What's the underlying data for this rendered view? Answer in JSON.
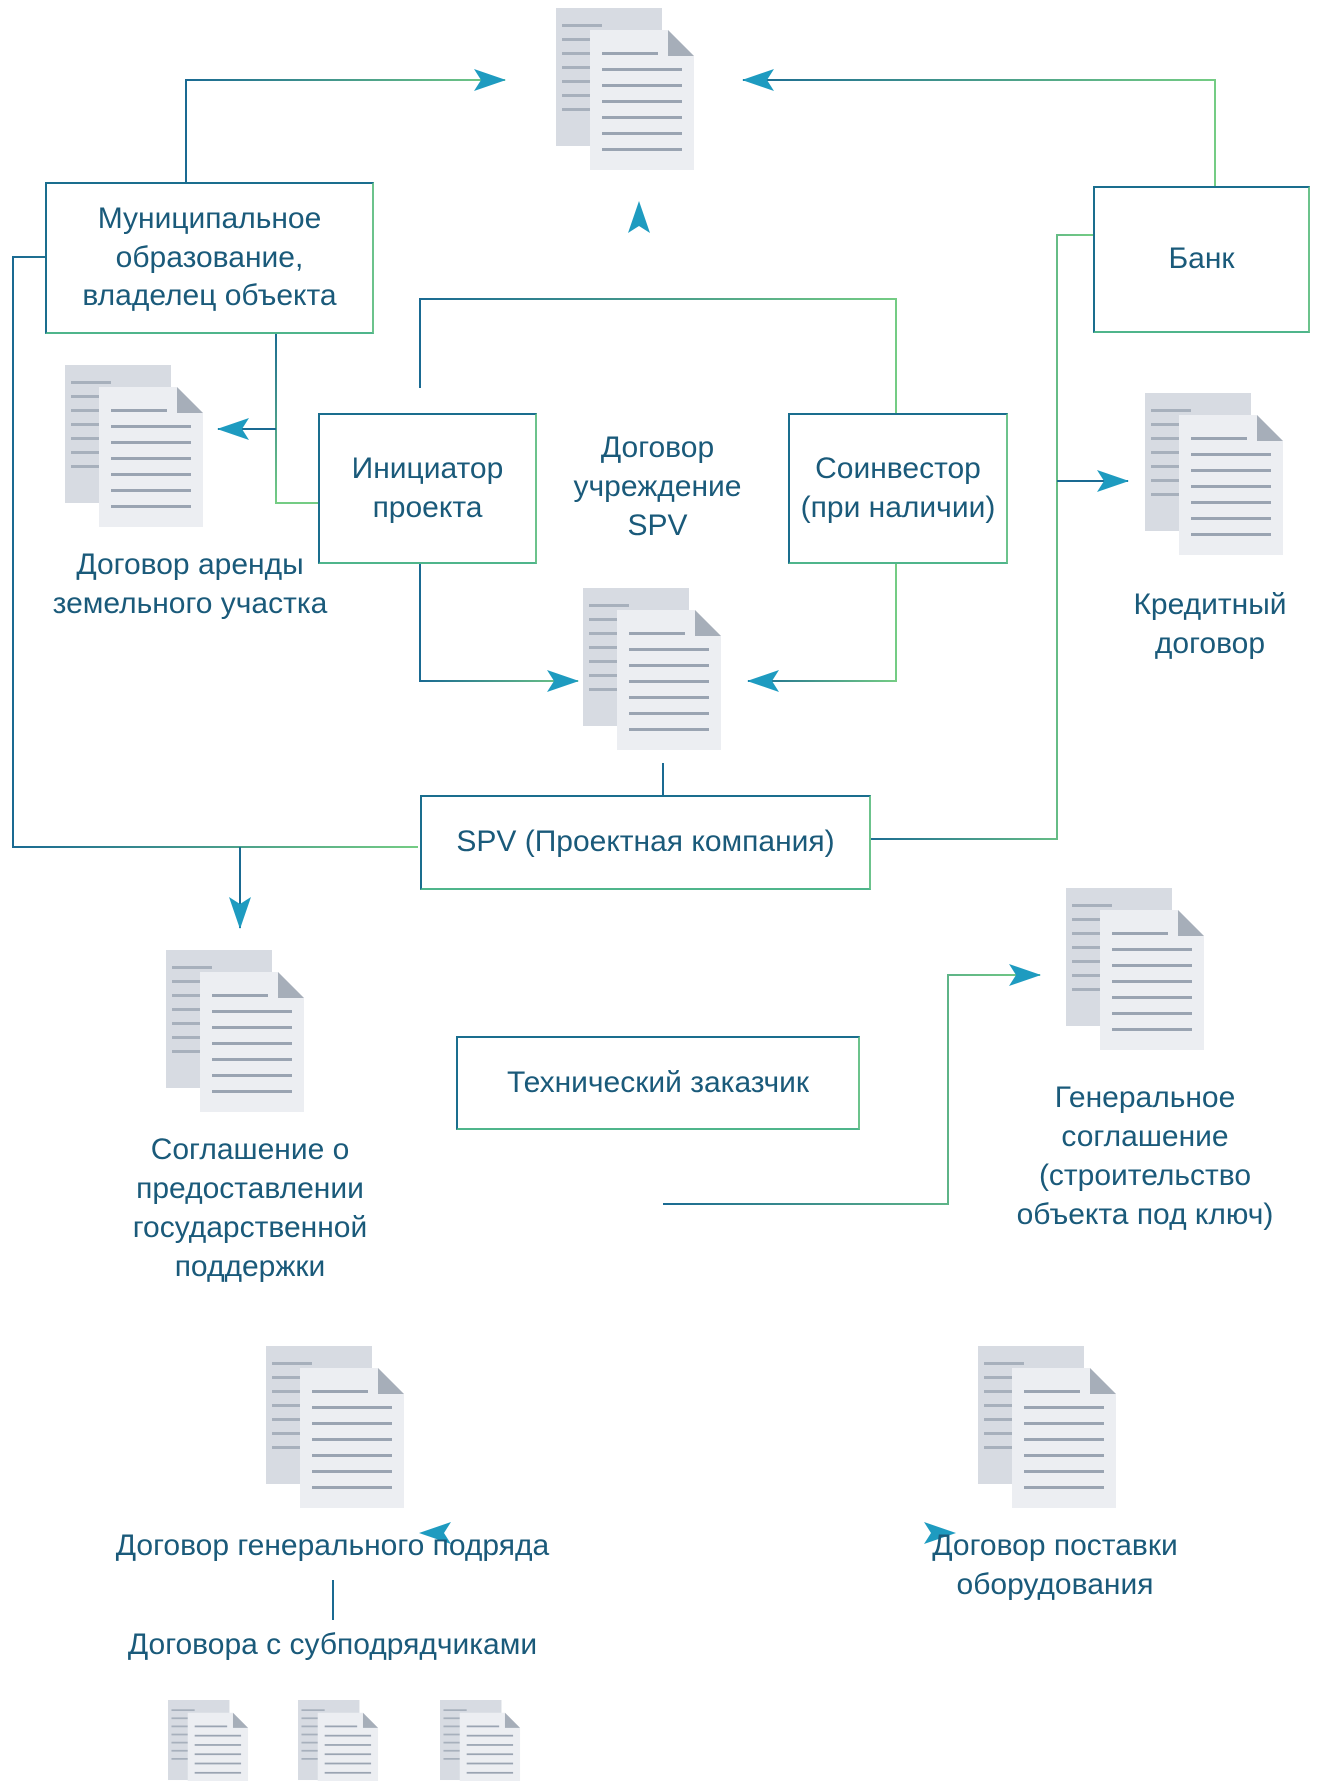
{
  "colors": {
    "line_start": "#1a6a92",
    "line_end": "#74cc84",
    "arrow": "#1e9bc0",
    "doc_back": "#d7dbe2",
    "doc_front": "#eceef2",
    "doc_lines": "#9aa4b2",
    "doc_fold": "#a6aeb9",
    "text": "#1a5a7a"
  },
  "nodes": {
    "municipality": "Муниципальное образование, владелец объекта",
    "bank": "Банк",
    "initiator": "Инициатор проекта",
    "coinvestor": "Соинвестор (при наличии)",
    "spv": "SPV (Проектная компания)",
    "tech_customer": "Технический заказчик"
  },
  "labels": {
    "spv_agreement": "Договор\nучреждение\nSPV",
    "land_lease": "Договор аренды\nземельного участка",
    "credit": "Кредитный\nдоговор",
    "state_support": "Соглашение о\nпредоставлении\nгосударственной\nподдержки",
    "general_agreement": "Генеральное\nсоглашение\n(строительство\nобъекта под ключ)",
    "general_contract": "Договор генерального подряда",
    "equipment_supply": "Договор поставки\nоборудования",
    "subcontractors": "Договора с субподрядчиками"
  },
  "icons": [
    "document-stack-icon"
  ]
}
